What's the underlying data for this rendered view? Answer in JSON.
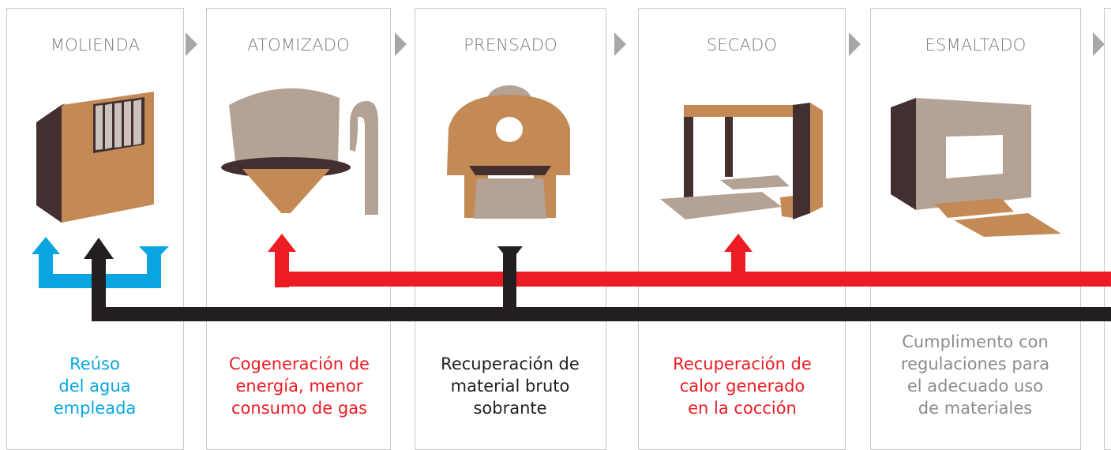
{
  "stages": [
    {
      "title": "MOLIENDA"
    },
    {
      "title": "ATOMIZADO"
    },
    {
      "title": "PRENSADO"
    },
    {
      "title": "SECADO"
    },
    {
      "title": "ESMALTADO"
    }
  ],
  "captions": [
    {
      "lines": [
        "Reúso",
        "del agua",
        "empleada"
      ]
    },
    {
      "lines": [
        "Cogeneración de",
        "energía, menor",
        "consumo de gas"
      ]
    },
    {
      "lines": [
        "Recuperación de",
        "material bruto",
        "sobrante"
      ]
    },
    {
      "lines": [
        "Recuperación de",
        "calor generado",
        "en la cocción"
      ]
    },
    {
      "lines": [
        "Cumplimento con",
        "regulaciones para",
        "el adecuado uso",
        "de materiales"
      ]
    }
  ],
  "colors": {
    "blue": "#0aa5e0",
    "red": "#ec1c24",
    "black": "#231f20",
    "grey_text": "#8c8c8c",
    "tan": "#c48a56",
    "taupe": "#b4a294",
    "dark_brown": "#432e30"
  }
}
